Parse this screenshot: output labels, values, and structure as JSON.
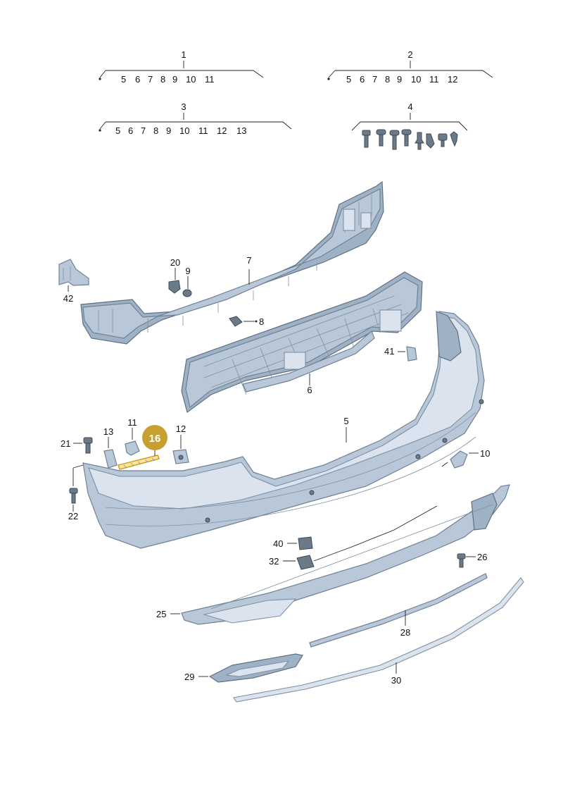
{
  "groups": [
    {
      "number": "1",
      "members": [
        "5",
        "6",
        "7",
        "8",
        "9",
        "10",
        "11"
      ]
    },
    {
      "number": "2",
      "members": [
        "5",
        "6",
        "7",
        "8",
        "9",
        "10",
        "11",
        "12"
      ]
    },
    {
      "number": "3",
      "members": [
        "5",
        "6",
        "7",
        "8",
        "9",
        "10",
        "11",
        "12",
        "13"
      ]
    },
    {
      "number": "4",
      "members": []
    }
  ],
  "labels": {
    "p5": "5",
    "p6": "6",
    "p7": "7",
    "p8": "8",
    "p9": "9",
    "p10": "10",
    "p11": "11",
    "p12": "12",
    "p13": "13",
    "p20": "20",
    "p21": "21",
    "p22": "22",
    "p25": "25",
    "p26": "26",
    "p28": "28",
    "p29": "29",
    "p30": "30",
    "p32": "32",
    "p40": "40",
    "p41": "41",
    "p42": "42"
  },
  "highlight": {
    "number": "16",
    "color": "#c8a032"
  },
  "colors": {
    "part_fill": "#b9c8d8",
    "part_stroke": "#6f8194",
    "highlight_fill": "#ffe59a"
  }
}
